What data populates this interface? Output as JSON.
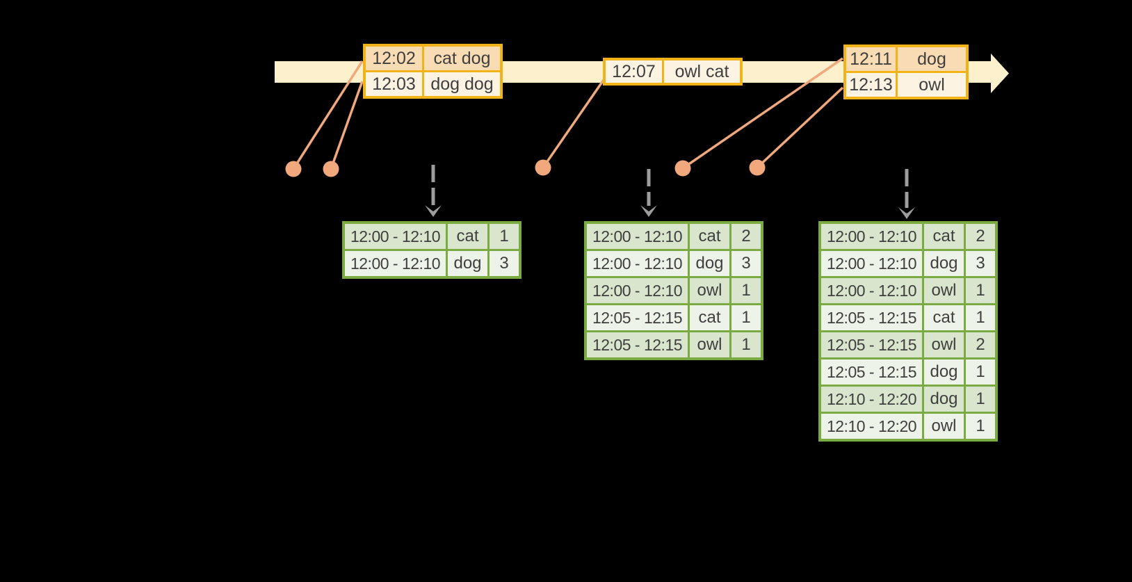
{
  "colors": {
    "background": "#000000",
    "timeline_fill": "#fdf0cc",
    "event_border": "#f0b419",
    "event_row_dark_fill": "#fadcb4",
    "event_row_light_fill": "#fcf3e3",
    "result_border_green": "#7aab42",
    "result_row_dark_fill": "#d9e5cc",
    "result_row_light_fill": "#eef3e9",
    "dot_and_connector": "#f1a87c",
    "dashed_arrow_gray": "#9d9d9d",
    "text": "#3f3f3f"
  },
  "event_tables": [
    {
      "rows": [
        {
          "time": "12:02",
          "words": "cat dog"
        },
        {
          "time": "12:03",
          "words": "dog dog"
        }
      ]
    },
    {
      "rows": [
        {
          "time": "12:07",
          "words": "owl cat"
        }
      ]
    },
    {
      "rows": [
        {
          "time": "12:11",
          "words": "dog"
        },
        {
          "time": "12:13",
          "words": "owl"
        }
      ]
    }
  ],
  "result_tables": [
    {
      "rows": [
        {
          "window": "12:00 - 12:10",
          "word": "cat",
          "count": "1"
        },
        {
          "window": "12:00 - 12:10",
          "word": "dog",
          "count": "3"
        }
      ]
    },
    {
      "rows": [
        {
          "window": "12:00 - 12:10",
          "word": "cat",
          "count": "2"
        },
        {
          "window": "12:00 - 12:10",
          "word": "dog",
          "count": "3"
        },
        {
          "window": "12:00 - 12:10",
          "word": "owl",
          "count": "1"
        },
        {
          "window": "12:05 - 12:15",
          "word": "cat",
          "count": "1"
        },
        {
          "window": "12:05 - 12:15",
          "word": "owl",
          "count": "1"
        }
      ]
    },
    {
      "rows": [
        {
          "window": "12:00 - 12:10",
          "word": "cat",
          "count": "2"
        },
        {
          "window": "12:00 - 12:10",
          "word": "dog",
          "count": "3"
        },
        {
          "window": "12:00 - 12:10",
          "word": "owl",
          "count": "1"
        },
        {
          "window": "12:05 - 12:15",
          "word": "cat",
          "count": "1"
        },
        {
          "window": "12:05 - 12:15",
          "word": "owl",
          "count": "2"
        },
        {
          "window": "12:05 - 12:15",
          "word": "dog",
          "count": "1"
        },
        {
          "window": "12:10 - 12:20",
          "word": "dog",
          "count": "1"
        },
        {
          "window": "12:10 - 12:20",
          "word": "owl",
          "count": "1"
        }
      ]
    }
  ]
}
